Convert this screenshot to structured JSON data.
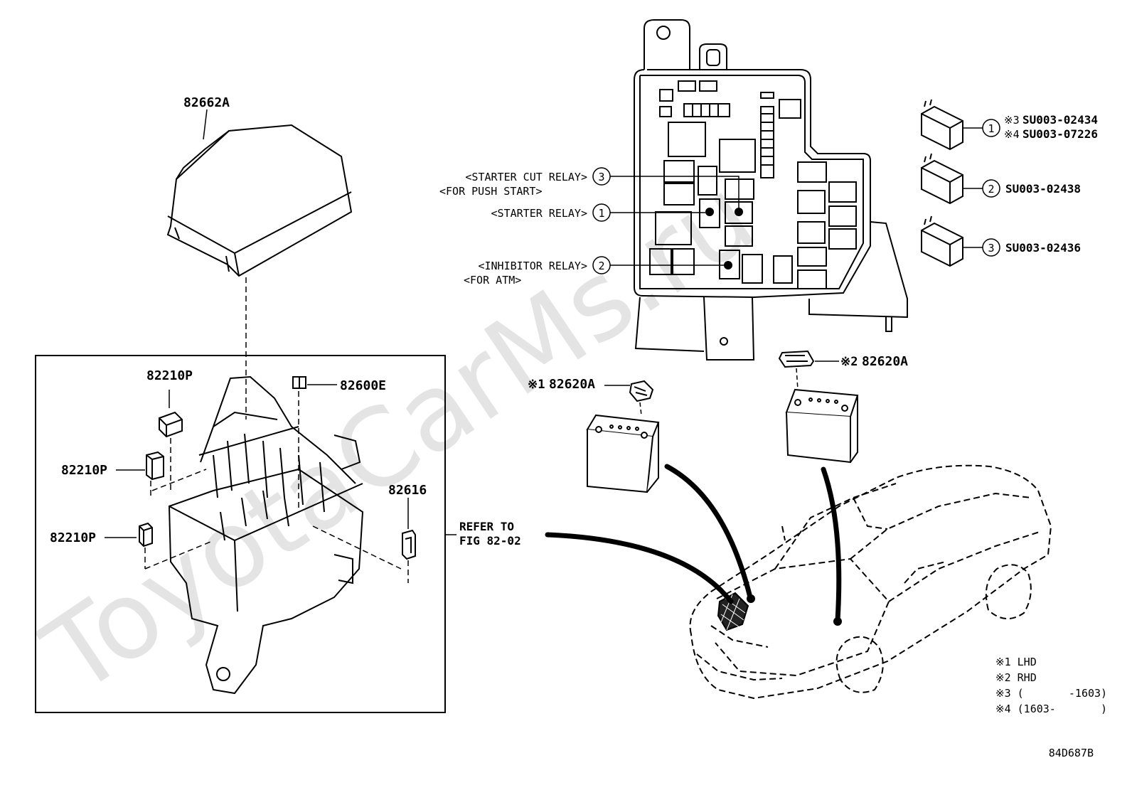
{
  "watermark": "ToyotaCarMs.ru",
  "diagram_code": "84D687B",
  "cover": {
    "part": "82662A"
  },
  "fuse_box": {
    "relay_part_top": "82210P",
    "relay_part_mid": "82210P",
    "relay_part_low": "82210P",
    "fuse_part": "82600E",
    "clip_part": "82616",
    "refer_line1": "REFER TO",
    "refer_line2": "FIG 82-02"
  },
  "relay_labels": {
    "starter_cut": "<STARTER CUT RELAY>",
    "push_start": "<FOR PUSH START>",
    "starter": "<STARTER RELAY>",
    "inhibitor": "<INHIBITOR RELAY>",
    "for_atm": "<FOR ATM>"
  },
  "callouts": {
    "one": "1",
    "two": "2",
    "three": "3"
  },
  "relay_parts": {
    "r1_line1_mark": "※3",
    "r1_line1": "SU003-02434",
    "r1_line2_mark": "※4",
    "r1_line2": "SU003-07226",
    "r2": "SU003-02438",
    "r3": "SU003-02436"
  },
  "battery_fuse": {
    "lhd_mark": "※1",
    "lhd_part": "82620A",
    "rhd_mark": "※2",
    "rhd_part": "82620A"
  },
  "notes": {
    "n1": "※1 LHD",
    "n2": "※2 RHD",
    "n3": "※3 (       -1603)",
    "n4": "※4 (1603-       )"
  }
}
